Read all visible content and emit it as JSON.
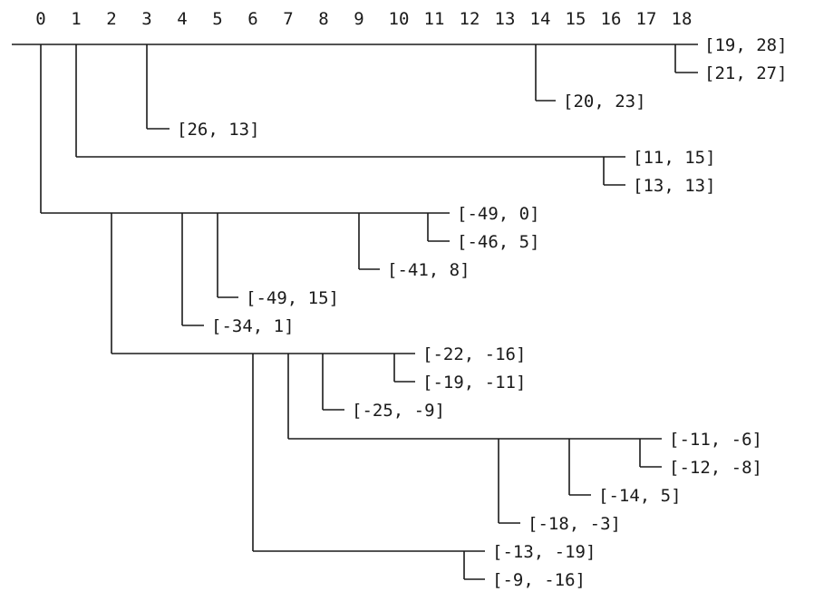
{
  "header": {
    "columns": [
      "0",
      "1",
      "2",
      "3",
      "4",
      "5",
      "6",
      "7",
      "8",
      "9",
      "10",
      "11",
      "12",
      "13",
      "14",
      "15",
      "16",
      "17",
      "18"
    ]
  },
  "points": [
    "[19, 28]",
    "[21, 27]",
    "[20, 23]",
    "[26, 13]",
    "[11, 15]",
    "[13, 13]",
    "[-49, 0]",
    "[-46, 5]",
    "[-41, 8]",
    "[-49, 15]",
    "[-34, 1]",
    "[-22, -16]",
    "[-19, -11]",
    "[-25, -9]",
    "[-11, -6]",
    "[-12, -8]",
    "[-14, 5]",
    "[-18, -3]",
    "[-13, -19]",
    "[-9, -16]"
  ]
}
